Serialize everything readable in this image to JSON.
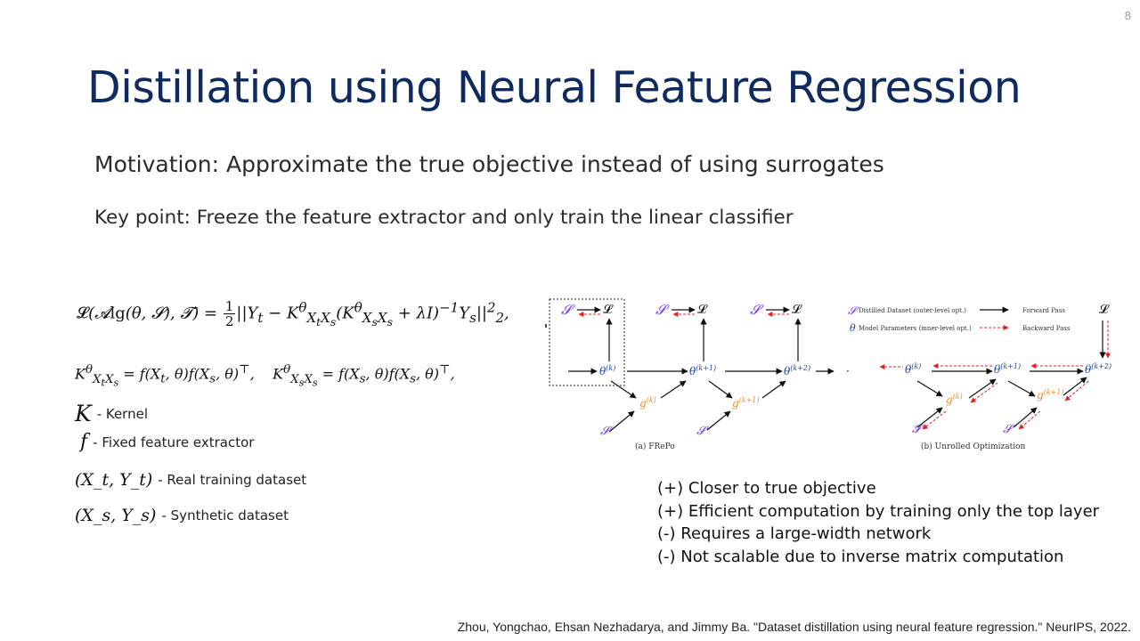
{
  "slide": {
    "page_number": "8",
    "title": "Distillation using Neural Feature Regression",
    "motivation": "Motivation: Approximate the true objective instead of using surrogates",
    "key_point": "Key point: Freeze the feature extractor and only train the linear classifier"
  },
  "definitions": [
    {
      "symbol": "K",
      "text": "- Kernel"
    },
    {
      "symbol": "f",
      "text": "- Fixed feature extractor"
    },
    {
      "symbol": "(X_t, Y_t)",
      "text": "- Real training dataset"
    },
    {
      "symbol": "(X_s, Y_s)",
      "text": "- Synthetic dataset"
    }
  ],
  "diagram": {
    "caption_a": "(a) FRePo",
    "caption_b": "(b) Unrolled Optimization",
    "legend": {
      "distilled": "Distilled Dataset (outer-level opt.)",
      "params": "Model Parameters (inner-level opt.)",
      "forward": "Forward Pass",
      "backward": "Backward Pass"
    }
  },
  "pros_cons": [
    "(+) Closer to true objective",
    "(+) Efficient computation by training only the top layer",
    "(-) Requires a large-width network",
    "(-) Not scalable due to inverse matrix computation"
  ],
  "citation": "Zhou, Yongchao, Ehsan Nezhadarya, and Jimmy Ba. \"Dataset distillation using neural feature regression.\" NeurIPS, 2022.",
  "colors": {
    "title": "#0e2a5e",
    "dataset_symbol": "#7b3fe4",
    "feature_node": "#f08a1c",
    "param_node": "#1f3fa8",
    "backward_arrow": "#e02020"
  }
}
